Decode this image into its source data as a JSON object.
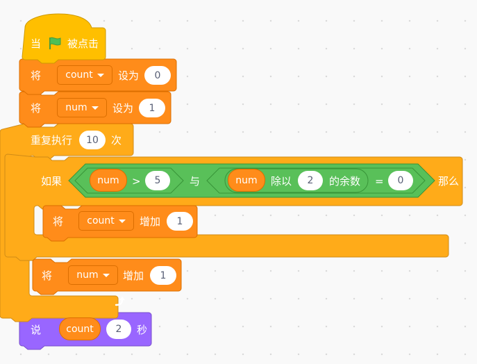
{
  "blocks": {
    "hat": {
      "prefix": "当",
      "suffix": "被点击"
    },
    "set_count": {
      "label": "将",
      "var": "count",
      "to": "设为",
      "value": "0"
    },
    "set_num": {
      "label": "将",
      "var": "num",
      "to": "设为",
      "value": "1"
    },
    "repeat": {
      "label": "重复执行",
      "times": "10",
      "unit": "次"
    },
    "if_block": {
      "if": "如果",
      "left": {
        "reporter": "num",
        "op": ">",
        "value": "5"
      },
      "and": "与",
      "right": {
        "reporter": "num",
        "mod": "除以",
        "divisor": "2",
        "rem": "的余数",
        "eq": "=",
        "value": "0"
      },
      "then": "那么"
    },
    "change_count": {
      "label": "将",
      "var": "count",
      "by": "增加",
      "value": "1"
    },
    "change_num": {
      "label": "将",
      "var": "num",
      "by": "增加",
      "value": "1"
    },
    "say": {
      "label": "说",
      "reporter": "count",
      "seconds": "2",
      "unit": "秒"
    }
  },
  "icons": {
    "flag": "green-flag-icon",
    "loop": "loop-arrow-icon"
  },
  "colors": {
    "events": "#ffbf00",
    "variables": "#ff8c1a",
    "control": "#ffab19",
    "operators": "#59c059",
    "looks": "#9966ff"
  }
}
